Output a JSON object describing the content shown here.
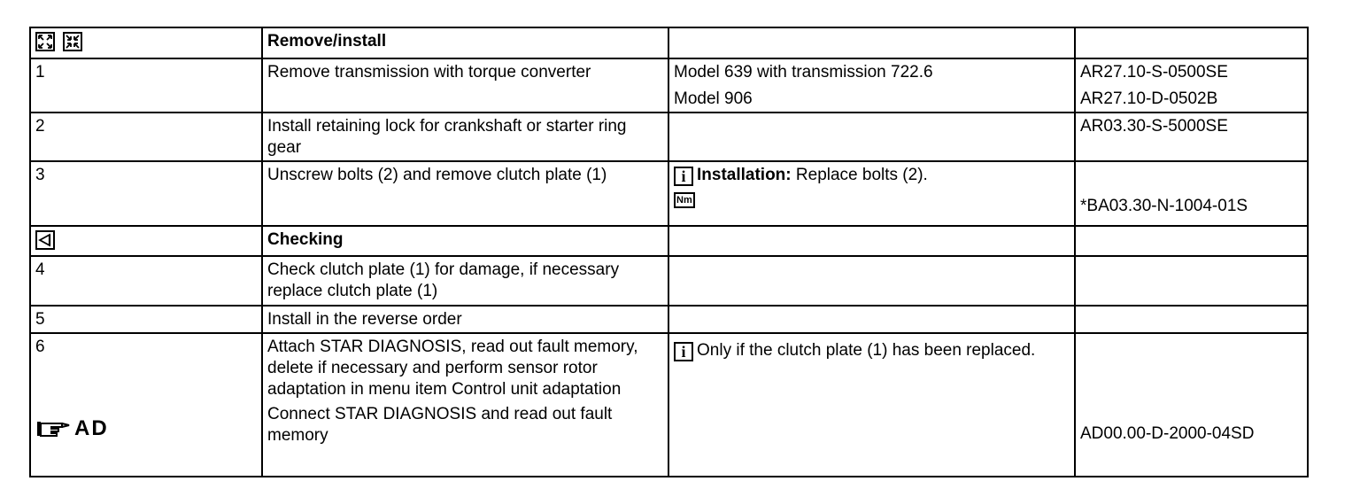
{
  "rows": [
    {
      "col1_icons": [
        "remove-icon",
        "install-icon"
      ],
      "col2": "Remove/install",
      "col2_bold": true
    },
    {
      "col1": "1",
      "col2": "Remove transmission with torque converter",
      "col3": [
        "Model 639 with transmission 722.6",
        "Model 906"
      ],
      "col4": [
        "AR27.10-S-0500SE",
        "AR27.10-D-0502B"
      ]
    },
    {
      "col1": "2",
      "col2": "Install retaining lock for crankshaft or starter ring gear",
      "col4": [
        "AR03.30-S-5000SE"
      ]
    },
    {
      "col1": "3",
      "col2": "Unscrew bolts (2) and remove clutch plate (1)",
      "col3_label": "Installation:",
      "col3_text": " Replace bolts (2).",
      "col3_nm": "Nm",
      "col4": [
        "*BA03.30-N-1004-01S"
      ]
    },
    {
      "col1_icons": [
        "checking-icon"
      ],
      "col2": "Checking",
      "col2_bold": true
    },
    {
      "col1": "4",
      "col2": "Check clutch plate (1) for damage, if necessary replace clutch plate (1)"
    },
    {
      "col1": "5",
      "col2": "Install in the reverse order"
    },
    {
      "col1": "6",
      "col1_ad": "AD",
      "col2": "Attach STAR DIAGNOSIS, read out fault memory, delete if necessary and perform sensor rotor adaptation in menu item Control unit adaptation",
      "col2b": "Connect STAR DIAGNOSIS and read out fault memory",
      "col3_text": "Only if the clutch plate (1) has been replaced.",
      "col4": [
        "AD00.00-D-2000-04SD"
      ]
    }
  ],
  "info_glyph": "i"
}
